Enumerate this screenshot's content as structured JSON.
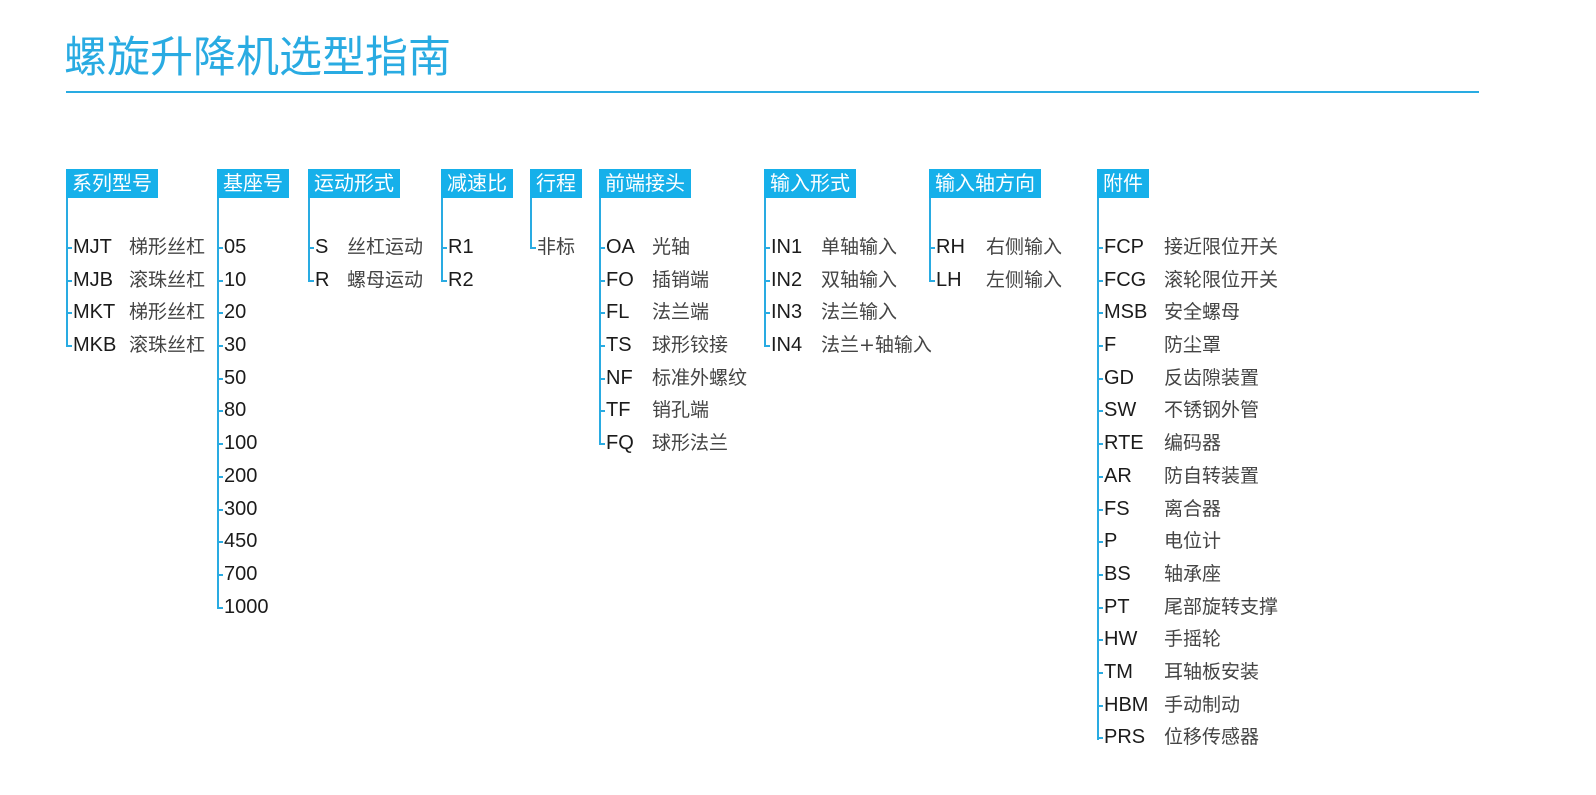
{
  "title": "螺旋升降机选型指南",
  "colors": {
    "accent": "#29abe2",
    "header_bg": "#16b0ea",
    "header_text": "#ffffff",
    "code_text": "#1b1b1b",
    "desc_text": "#444444"
  },
  "groups": [
    {
      "key": "series",
      "header": "系列型号",
      "items": [
        {
          "code": "MJT",
          "desc": "梯形丝杠"
        },
        {
          "code": "MJB",
          "desc": "滚珠丝杠"
        },
        {
          "code": "MKT",
          "desc": "梯形丝杠"
        },
        {
          "code": "MKB",
          "desc": "滚珠丝杠"
        }
      ]
    },
    {
      "key": "base",
      "header": "基座号",
      "items": [
        {
          "code": "05",
          "desc": ""
        },
        {
          "code": "10",
          "desc": ""
        },
        {
          "code": "20",
          "desc": ""
        },
        {
          "code": "30",
          "desc": ""
        },
        {
          "code": "50",
          "desc": ""
        },
        {
          "code": "80",
          "desc": ""
        },
        {
          "code": "100",
          "desc": ""
        },
        {
          "code": "200",
          "desc": ""
        },
        {
          "code": "300",
          "desc": ""
        },
        {
          "code": "450",
          "desc": ""
        },
        {
          "code": "700",
          "desc": ""
        },
        {
          "code": "1000",
          "desc": ""
        }
      ]
    },
    {
      "key": "motion",
      "header": "运动形式",
      "items": [
        {
          "code": "S",
          "desc": "丝杠运动"
        },
        {
          "code": "R",
          "desc": "螺母运动"
        }
      ]
    },
    {
      "key": "ratio",
      "header": "减速比",
      "items": [
        {
          "code": "R1",
          "desc": ""
        },
        {
          "code": "R2",
          "desc": ""
        }
      ]
    },
    {
      "key": "stroke",
      "header": "行程",
      "items": [
        {
          "code": "",
          "desc": "非标"
        }
      ]
    },
    {
      "key": "front_end",
      "header": "前端接头",
      "items": [
        {
          "code": "OA",
          "desc": "光轴"
        },
        {
          "code": "FO",
          "desc": "插销端"
        },
        {
          "code": "FL",
          "desc": "法兰端"
        },
        {
          "code": "TS",
          "desc": "球形铰接"
        },
        {
          "code": "NF",
          "desc": "标准外螺纹"
        },
        {
          "code": "TF",
          "desc": "销孔端"
        },
        {
          "code": "FQ",
          "desc": "球形法兰"
        }
      ]
    },
    {
      "key": "input_form",
      "header": "输入形式",
      "items": [
        {
          "code": "IN1",
          "desc": "单轴输入"
        },
        {
          "code": "IN2",
          "desc": "双轴输入"
        },
        {
          "code": "IN3",
          "desc": "法兰输入"
        },
        {
          "code": "IN4",
          "desc": "法兰+轴输入"
        }
      ]
    },
    {
      "key": "input_direction",
      "header": "输入轴方向",
      "items": [
        {
          "code": "RH",
          "desc": "右侧输入"
        },
        {
          "code": "LH",
          "desc": "左侧输入"
        }
      ]
    },
    {
      "key": "accessories",
      "header": "附件",
      "items": [
        {
          "code": "FCP",
          "desc": "接近限位开关"
        },
        {
          "code": "FCG",
          "desc": "滚轮限位开关"
        },
        {
          "code": "MSB",
          "desc": "安全螺母"
        },
        {
          "code": "F",
          "desc": "防尘罩"
        },
        {
          "code": "GD",
          "desc": "反齿隙装置"
        },
        {
          "code": "SW",
          "desc": "不锈钢外管"
        },
        {
          "code": "RTE",
          "desc": "编码器"
        },
        {
          "code": "AR",
          "desc": "防自转装置"
        },
        {
          "code": "FS",
          "desc": "离合器"
        },
        {
          "code": "P",
          "desc": "电位计"
        },
        {
          "code": "BS",
          "desc": "轴承座"
        },
        {
          "code": "PT",
          "desc": "尾部旋转支撑"
        },
        {
          "code": "HW",
          "desc": "手摇轮"
        },
        {
          "code": "TM",
          "desc": "耳轴板安装"
        },
        {
          "code": "HBM",
          "desc": "手动制动"
        },
        {
          "code": "PRS",
          "desc": "位移传感器"
        }
      ]
    }
  ]
}
